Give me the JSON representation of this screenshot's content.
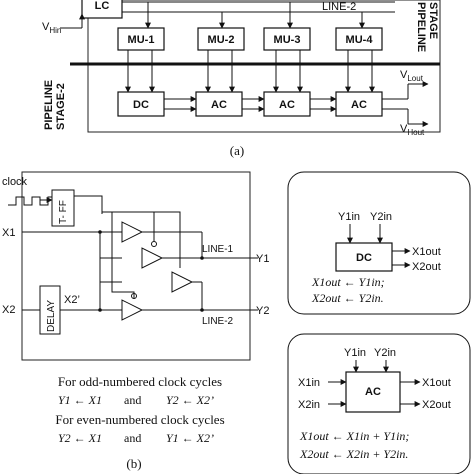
{
  "panel_a": {
    "lc": "LC",
    "v_hin": "V",
    "v_hin_sub": "Hin",
    "line2": "LINE-2",
    "stage1": "PIPELINE",
    "stage1b": "STAGE",
    "mu": [
      "MU-1",
      "MU-2",
      "MU-3",
      "MU-4"
    ],
    "stage2": "PIPELINE",
    "stage2b": "STAGE-2",
    "units": [
      "DC",
      "AC",
      "AC",
      "AC"
    ],
    "v_lout": "V",
    "v_lout_sub": "Lout",
    "v_hout": "V",
    "v_hout_sub": "Hout",
    "caption": "(a)"
  },
  "panel_b": {
    "clock": "clock",
    "tff": "T- FF",
    "x1": "X1",
    "x2": "X2",
    "x2p": "X2’",
    "delay": "DELAY",
    "line1": "LINE-1",
    "line2": "LINE-2",
    "y1": "Y1",
    "y2": "Y2",
    "odd_title": "For odd-numbered clock cycles",
    "odd_eq1": "Y1 ← X1",
    "odd_and": "and",
    "odd_eq2": "Y2 ← X2’",
    "even_title": "For even-numbered clock cycles",
    "even_eq1": "Y2 ← X1",
    "even_and": "and",
    "even_eq2": "Y1 ← X2’",
    "caption": "(b)"
  },
  "dc_box": {
    "y1in": "Y1in",
    "y2in": "Y2in",
    "label": "DC",
    "x1out": "X1out",
    "x2out": "X2out",
    "eq1": "X1out ← Y1in;",
    "eq2": "X2out ← Y2in."
  },
  "ac_box": {
    "y1in": "Y1in",
    "y2in": "Y2in",
    "x1in": "X1in",
    "x2in": "X2in",
    "label": "AC",
    "x1out": "X1out",
    "x2out": "X2out",
    "eq1": "X1out ← X1in + Y1in;",
    "eq2": "X2out ← X2in + Y2in."
  }
}
